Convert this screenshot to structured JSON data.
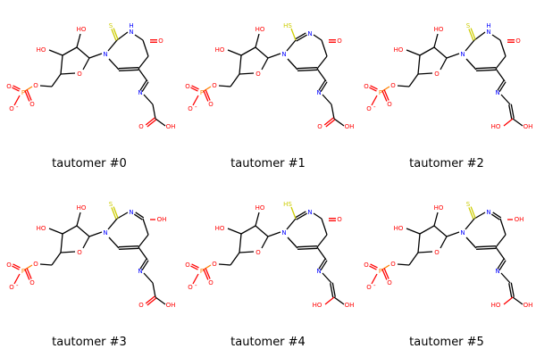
{
  "colors": {
    "bond": "#000000",
    "oxygen": "#FF0000",
    "nitrogen": "#0000FF",
    "sulfur": "#CCCC00",
    "phosphorus": "#FF8000"
  },
  "atom_labels": {
    "hydroxyl": "HO",
    "hydroxyl_right": "OH",
    "oxygen": "O",
    "anion_oxygen": "O",
    "anion_charge": "-",
    "phosphorus": "P",
    "nitrogen": "N",
    "nh": "H",
    "thione": "S",
    "thiol": "HS"
  },
  "molecules": [
    {
      "caption": "tautomer #0",
      "ring": "nh_thione_keto",
      "side": "glycine"
    },
    {
      "caption": "tautomer #1",
      "ring": "thiol_keto",
      "side": "glycine"
    },
    {
      "caption": "tautomer #2",
      "ring": "nh_thione_keto",
      "side": "enol"
    },
    {
      "caption": "tautomer #3",
      "ring": "thione_enol",
      "side": "glycine"
    },
    {
      "caption": "tautomer #4",
      "ring": "thiol_keto",
      "side": "enol"
    },
    {
      "caption": "tautomer #5",
      "ring": "thione_enol",
      "side": "enol"
    }
  ]
}
